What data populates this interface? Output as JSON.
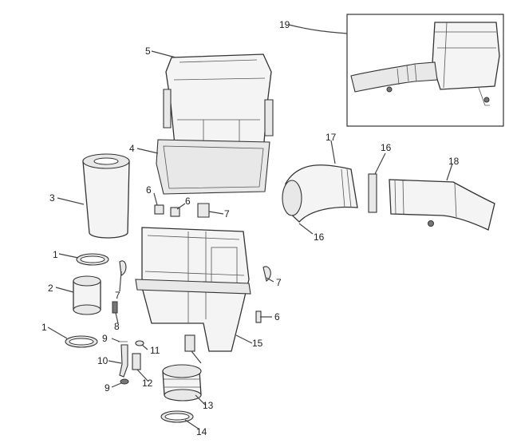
{
  "callouts": [
    "1",
    "2",
    "3",
    "4",
    "5",
    "6",
    "6",
    "7",
    "7",
    "7",
    "8",
    "9",
    "9",
    "10",
    "11",
    "12",
    "13",
    "14",
    "15",
    "6",
    "16",
    "16",
    "17",
    "18",
    "19",
    "1"
  ]
}
